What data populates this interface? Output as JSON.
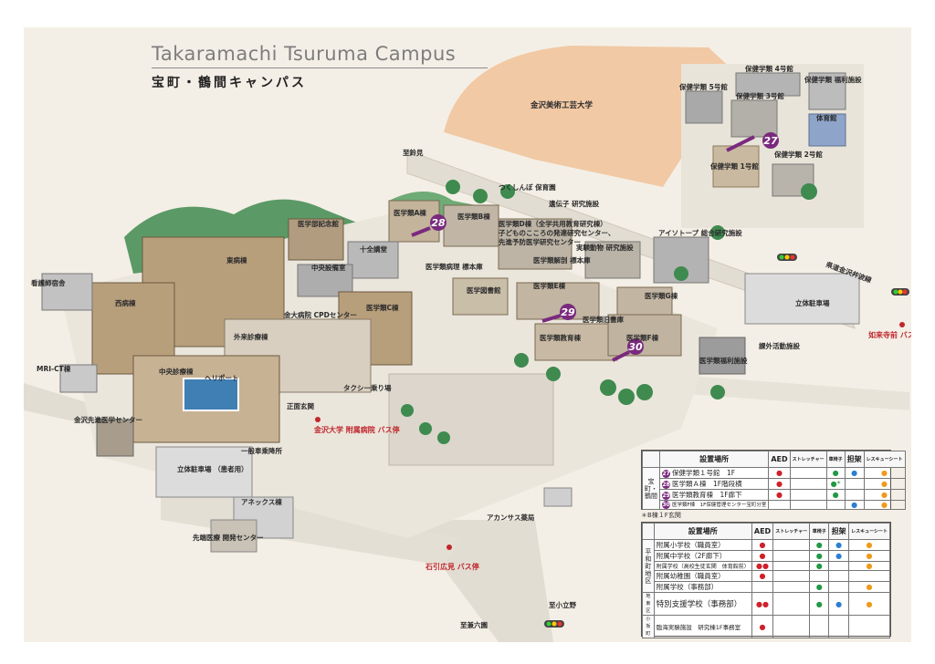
{
  "title_en": "Takaramachi  Tsuruma Campus",
  "title_jp": "宝町・鶴間キャンパス",
  "map_labels": {
    "art_univ": "金沢美術工芸大学",
    "to_kanamiyo": "至鈴見",
    "hoken_4": "保健学類 4号館",
    "hoken_welfare": "保健学類 福利施設",
    "hoken_5": "保健学類 5号館",
    "hoken_3": "保健学類 3号館",
    "gym": "体育館",
    "hoken_1": "保健学類 1号館",
    "hoken_2": "保健学類 2号館",
    "tsukushinbo": "つくしんぼ 保育園",
    "idenshi": "遺伝子 研究施設",
    "igaku_a": "医学類A棟",
    "igaku_b": "医学類B棟",
    "igaku_d": "医学類D棟（全学共用教育研究棟）",
    "kokoro": "子どものこころの発達研究センター、",
    "yobou": "先進予防医学研究センター",
    "isotope": "アイソトープ 総合研究施設",
    "jikken": "実験動物 研究施設",
    "kaibou": "医学類解剖 標本庫",
    "byouri": "医学類病理 標本庫",
    "ken_road": "県道金沢井波線",
    "kinenkan": "医学部記念館",
    "toubyou": "東病棟",
    "jurokan": "十全講堂",
    "chuo_setsubi": "中央設備室",
    "kangoshi": "看護師宿舎",
    "seibyou": "西病棟",
    "igaku_c": "医学類C棟",
    "library": "医学図書館",
    "igaku_e": "医学類E棟",
    "igaku_g": "医学類G棟",
    "rittai_parking_r": "立体駐車場",
    "cpd": "金大病院 CPDセンター",
    "gairai": "外来診療棟",
    "kyu_shoko": "医学類旧書庫",
    "kyoiku": "医学類教育棟",
    "igaku_f": "医学類F棟",
    "nyoraiji": "如来寺前 バス停",
    "mri": "MRI-CT棟",
    "chuo_shinryo": "中央診療棟",
    "heliport": "ヘリポート",
    "kagai": "課外活動施設",
    "fukuri": "医学類福利施設",
    "taxi": "タクシー乗り場",
    "shomen": "正面玄関",
    "sentan_center": "金沢先進医学センター",
    "hospital_bus": "金沢大学 附属病院 バス停",
    "ippan_gate": "一般車乗降所",
    "rittai_patient": "立体駐車場 （患者用）",
    "annex": "アネックス棟",
    "sentan_dev": "先端医療 開発センター",
    "akansasu": "アカンサス薬局",
    "ishibiki": "石引広見 バス停",
    "to_kodatsuno": "至小立野",
    "to_kenroku": "至兼六園"
  },
  "markers": {
    "m27": "27",
    "m28": "28",
    "m29": "29",
    "m30": "30"
  },
  "table1": {
    "area_label": "宝町・鶴間",
    "h_place": "設置場所",
    "h_aed": "AED",
    "h_stretcher": "ストレッチャー",
    "h_wheelchair": "車椅子",
    "h_tanka": "担架",
    "h_rescue": "レスキューシート",
    "rows": [
      {
        "num": "27",
        "place": "保健学類１号館　1F",
        "aed": "●",
        "str": "",
        "wc": "●",
        "tk": "●",
        "rs": "●"
      },
      {
        "num": "28",
        "place": "医学類Ａ棟　1F階段横",
        "aed": "●",
        "str": "",
        "wc": "●*",
        "tk": "",
        "rs": "●"
      },
      {
        "num": "29",
        "place": "医学類教育棟　1F廊下",
        "aed": "●",
        "str": "",
        "wc": "●",
        "tk": "",
        "rs": "●"
      },
      {
        "num": "30",
        "place": "医学類F棟　1F保健管理センター宝町分室",
        "aed": "",
        "str": "",
        "wc": "",
        "tk": "●",
        "rs": "●"
      }
    ]
  },
  "note": "＊B棟１F玄関",
  "table2": {
    "h_place": "設置場所",
    "h_aed": "AED",
    "h_stretcher": "ストレッチャー",
    "h_wheelchair": "車椅子",
    "h_tanka": "担架",
    "h_rescue": "レスキューシート",
    "area_heiwa": "平和町地区",
    "area_jidou": "地東区",
    "area_kosaka": "小坂町",
    "rows": [
      {
        "place": "附属小学校（職員室）",
        "aed": "●",
        "str": "",
        "wc": "●",
        "tk": "●",
        "rs": "●"
      },
      {
        "place": "附属中学校（2F廊下）",
        "aed": "●",
        "str": "",
        "wc": "●",
        "tk": "●",
        "rs": "●"
      },
      {
        "place": "附属学校（高校生徒玄関　体育館前）",
        "aed": "●●",
        "str": "",
        "wc": "●",
        "tk": "",
        "rs": "●"
      },
      {
        "place": "附属幼稚園（職員室）",
        "aed": "●",
        "str": "",
        "wc": "",
        "tk": "",
        "rs": ""
      },
      {
        "place": "附属学校（事務部）",
        "aed": "",
        "str": "",
        "wc": "●",
        "tk": "",
        "rs": "●"
      },
      {
        "place": "特別支援学校（事務部）",
        "aed": "●●",
        "str": "",
        "wc": "●",
        "tk": "●",
        "rs": "●"
      },
      {
        "place": "臨海実験施設　研究棟1F事務室",
        "aed": "●",
        "str": "",
        "wc": "",
        "tk": "",
        "rs": ""
      }
    ]
  },
  "colors": {
    "marker": "#7a2a7e",
    "aed": "#d0202a",
    "wheelchair": "#229944",
    "tanka": "#2c7fd0",
    "rescue": "#f09a1a"
  }
}
